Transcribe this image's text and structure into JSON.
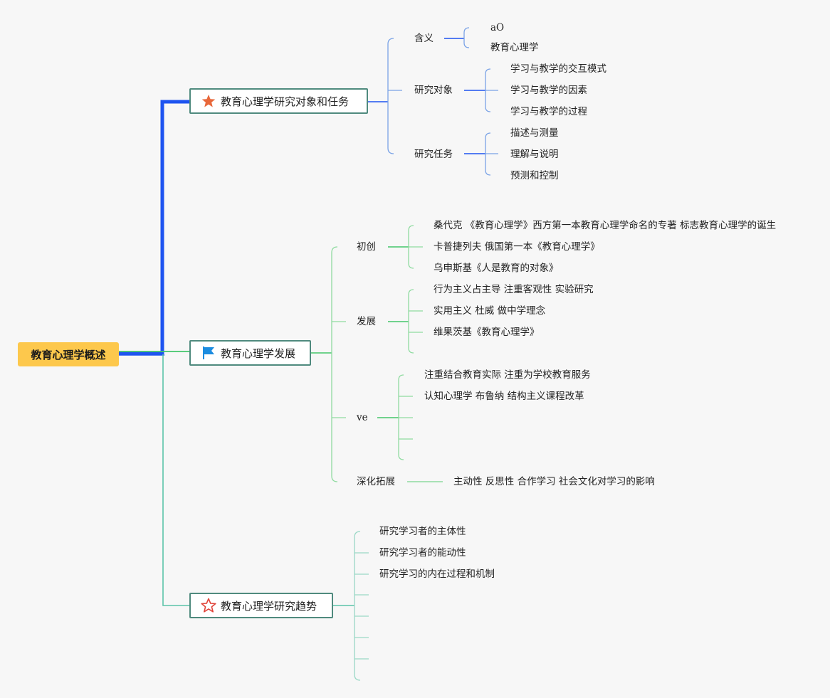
{
  "root": {
    "label": "教育心理学概述"
  },
  "icons": [
    "star-icon",
    "flag-icon",
    "star-outline-icon"
  ],
  "colors": {
    "root_bg": "#fdc84c",
    "branch1": "#1e54f0",
    "branch1_light": "#7aa3e6",
    "branch2": "#44c66a",
    "branch2_light": "#8fdba0",
    "branch3": "#5cc4a8",
    "branch3_light": "#9ad8c6",
    "topic_border": "#4f8a7e",
    "star_fill": "#e8673a",
    "flag_fill": "#1c8ce0",
    "star_outline": "#e0443a"
  },
  "topics": [
    {
      "label": "教育心理学研究对象和任务",
      "icon": "star-icon",
      "children": [
        {
          "label": "含义",
          "children": [
            {
              "label": "aO"
            },
            {
              "label": "教育心理学"
            }
          ]
        },
        {
          "label": "研究对象",
          "children": [
            {
              "label": "学习与教学的交互模式"
            },
            {
              "label": "学习与教学的因素"
            },
            {
              "label": "学习与教学的过程"
            }
          ]
        },
        {
          "label": "研究任务",
          "children": [
            {
              "label": "描述与测量"
            },
            {
              "label": "理解与说明"
            },
            {
              "label": "预测和控制"
            }
          ]
        }
      ]
    },
    {
      "label": "教育心理学发展",
      "icon": "flag-icon",
      "children": [
        {
          "label": "初创",
          "children": [
            {
              "label": "桑代克 《教育心理学》西方第一本教育心理学命名的专著 标志教育心理学的诞生"
            },
            {
              "label": "卡普捷列夫 俄国第一本《教育心理学》"
            },
            {
              "label": "乌申斯基《人是教育的对象》"
            }
          ]
        },
        {
          "label": "发展",
          "children": [
            {
              "label": "行为主义占主导 注重客观性 实验研究"
            },
            {
              "label": "实用主义 杜威 做中学理念"
            },
            {
              "label": "维果茨基《教育心理学》"
            },
            {
              "label": ""
            }
          ]
        },
        {
          "label": "ve",
          "children": [
            {
              "label": "注重结合教育实际 注重为学校教育服务"
            },
            {
              "label": "认知心理学 布鲁纳 结构主义课程改革"
            },
            {
              "label": ""
            },
            {
              "label": ""
            },
            {
              "label": ""
            }
          ]
        },
        {
          "label": "深化拓展",
          "children": [
            {
              "label": "主动性 反思性 合作学习 社会文化对学习的影响"
            }
          ]
        }
      ]
    },
    {
      "label": "教育心理学研究趋势",
      "icon": "star-outline-icon",
      "children": [
        {
          "label": "研究学习者的主体性"
        },
        {
          "label": "研究学习者的能动性"
        },
        {
          "label": "研究学习的内在过程和机制"
        },
        {
          "label": ""
        },
        {
          "label": ""
        },
        {
          "label": ""
        },
        {
          "label": ""
        },
        {
          "label": ""
        }
      ]
    }
  ]
}
